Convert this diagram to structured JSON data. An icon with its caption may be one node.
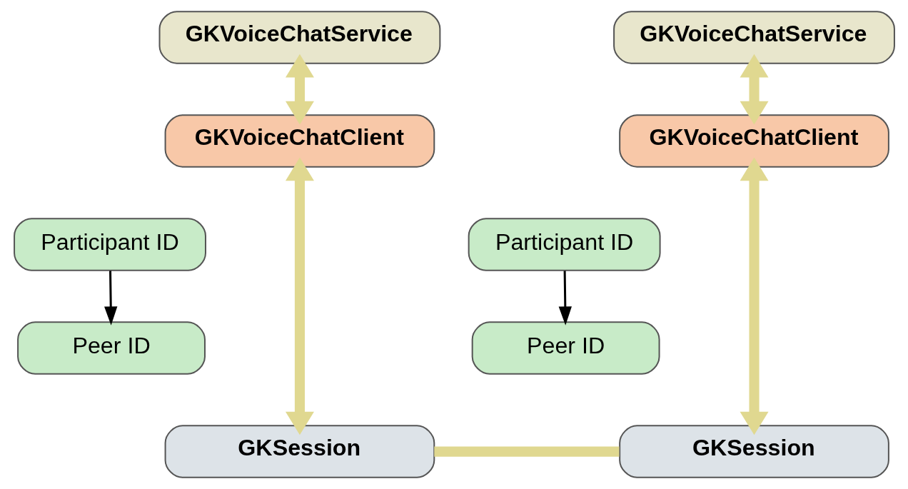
{
  "diagram": {
    "nodes": [
      {
        "text": [
          "GKVoiceChatService"
        ]
      },
      {
        "text": [
          "GKVoiceChatService"
        ]
      },
      {
        "text": [
          "GKVoiceChatClient"
        ]
      },
      {
        "text": [
          "GKVoiceChatClient"
        ]
      },
      {
        "text": [
          "Participant ID"
        ]
      },
      {
        "text": [
          "Participant ID"
        ]
      },
      {
        "text": [
          "Peer ID"
        ]
      },
      {
        "text": [
          "Peer ID"
        ]
      },
      {
        "text": [
          "GKSession"
        ]
      },
      {
        "text": [
          "GKSession"
        ]
      }
    ],
    "edges": [
      {
        "from": 0,
        "to": 2,
        "arrow": "both"
      },
      {
        "from": 1,
        "to": 3,
        "arrow": "both"
      },
      {
        "from": 2,
        "to": 8,
        "arrow": "both"
      },
      {
        "from": 3,
        "to": 9,
        "arrow": "both"
      },
      {
        "from": 4,
        "to": 6,
        "arrow": "to",
        "color": "#000000"
      },
      {
        "from": 5,
        "to": 7,
        "arrow": "to",
        "color": "#000000"
      },
      {
        "from": 8,
        "to": 9,
        "arrow": "none"
      }
    ]
  }
}
